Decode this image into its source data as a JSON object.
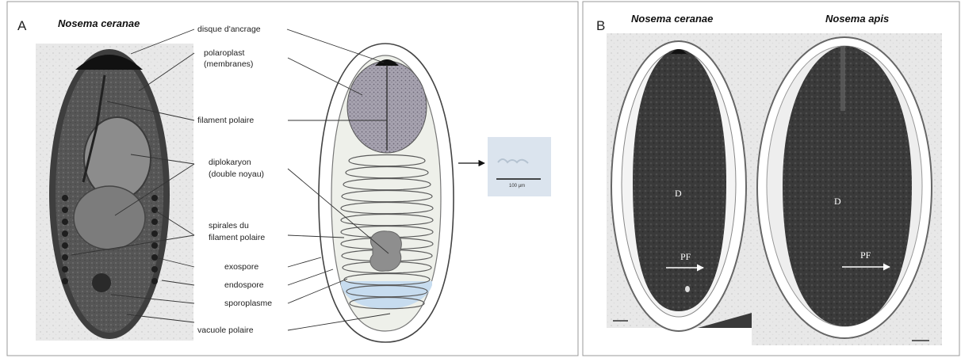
{
  "panel_a": {
    "letter": "A",
    "species_title": "Nosema ceranae",
    "labels": [
      "disque d'ancrage",
      "polaroplast",
      "(membranes)",
      "filament polaire",
      "diplokaryon",
      "(double noyau)",
      "spirales du",
      "filament polaire",
      "exospore",
      "endospore",
      "sporoplasme",
      "vacuole polaire"
    ],
    "scale_bar_text": "100 µm"
  },
  "panel_b": {
    "letter": "B",
    "species_left": "Nosema ceranae",
    "species_right": "Nosema apis",
    "marker_d": "D",
    "marker_pf": "PF"
  },
  "colors": {
    "spore_dark": "#2c2c2c",
    "polaroplast": "#9a96a4",
    "vacuole": "#c7dcef",
    "nucleus": "#8e8e8e",
    "frame": "#9a9a9a"
  }
}
